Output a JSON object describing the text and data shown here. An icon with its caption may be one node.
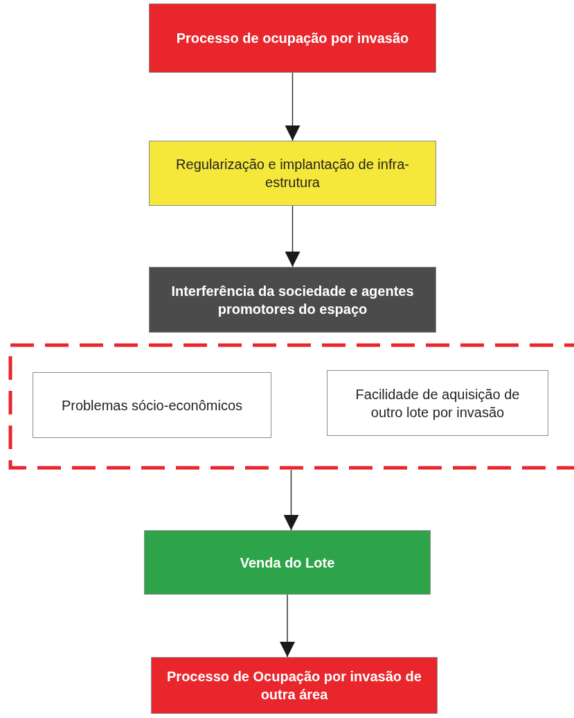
{
  "diagram": {
    "nodes": [
      {
        "text": [
          "Processo de ocupação por invasão"
        ]
      },
      {
        "text": [
          "Regularização e implantação de infra-estrutura"
        ]
      },
      {
        "text": [
          "Interferência da sociedade e agentes promotores do espaço"
        ]
      },
      {
        "text": [],
        "shape": "box"
      },
      {
        "text": [
          "Problemas sócio-econômicos"
        ],
        "in": 3
      },
      {
        "text": [
          "Facilidade de aquisição de outro lote por invasão"
        ],
        "in": 3
      },
      {
        "text": [
          "Venda do Lote"
        ]
      },
      {
        "text": [
          "Processo de Ocupação por invasão de outra área"
        ]
      }
    ],
    "edges": [
      {
        "from": 0,
        "to": 1,
        "arrow": "to"
      },
      {
        "from": 1,
        "to": 2,
        "arrow": "to"
      },
      {
        "from": 3,
        "to": 6,
        "arrow": "to"
      },
      {
        "from": 6,
        "to": 7,
        "arrow": "to"
      }
    ]
  }
}
